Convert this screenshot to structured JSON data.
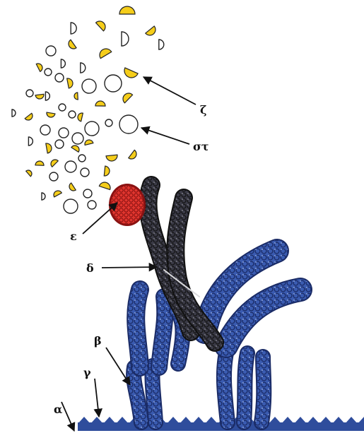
{
  "labels": {
    "alpha": "α",
    "beta": "β",
    "gamma": "γ",
    "delta": "δ",
    "epsilon": "ε",
    "zeta": "ζ",
    "sigma_tau": "στ"
  },
  "colors": {
    "particle_yellow": "#f5cd1a",
    "particle_outline": "#222222",
    "antibody_blue": "#2f4d9c",
    "antibody_dark": "#2a2a33",
    "antigen_red": "#d8322c",
    "membrane": "#2f4d9c",
    "arrow": "#111111"
  }
}
